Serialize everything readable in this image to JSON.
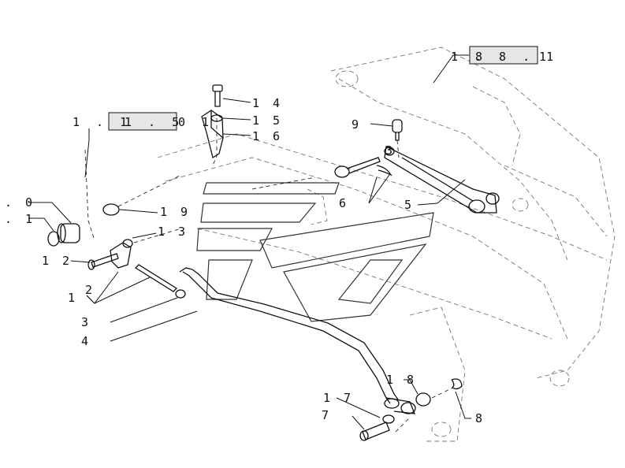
{
  "callouts": {
    "c0": "0",
    "c1": "1",
    "c2": "2",
    "c3": "3",
    "c4": "4",
    "c5": "5",
    "c6": "6",
    "c7": "7",
    "c8": "8",
    "c9": "9",
    "c12": "1 2",
    "c13": "1 3",
    "c14": "1 4",
    "c15": "1 5",
    "c16": "1 6",
    "c17": "1 7",
    "c18": "1 8",
    "c19": "1 9",
    "c1_left": "1",
    "c3_arm": "3",
    "c1_dot": ". 1",
    "c0_dot": ". 0"
  },
  "refs": {
    "ref_top_prefix": "1 .",
    "ref_top_box": "8 8 . 1",
    "ref_top_suffix": "1",
    "ref_left_prefix": "1 . 1",
    "ref_left_box": "1 . 5",
    "ref_left_suffix": "0 1"
  }
}
